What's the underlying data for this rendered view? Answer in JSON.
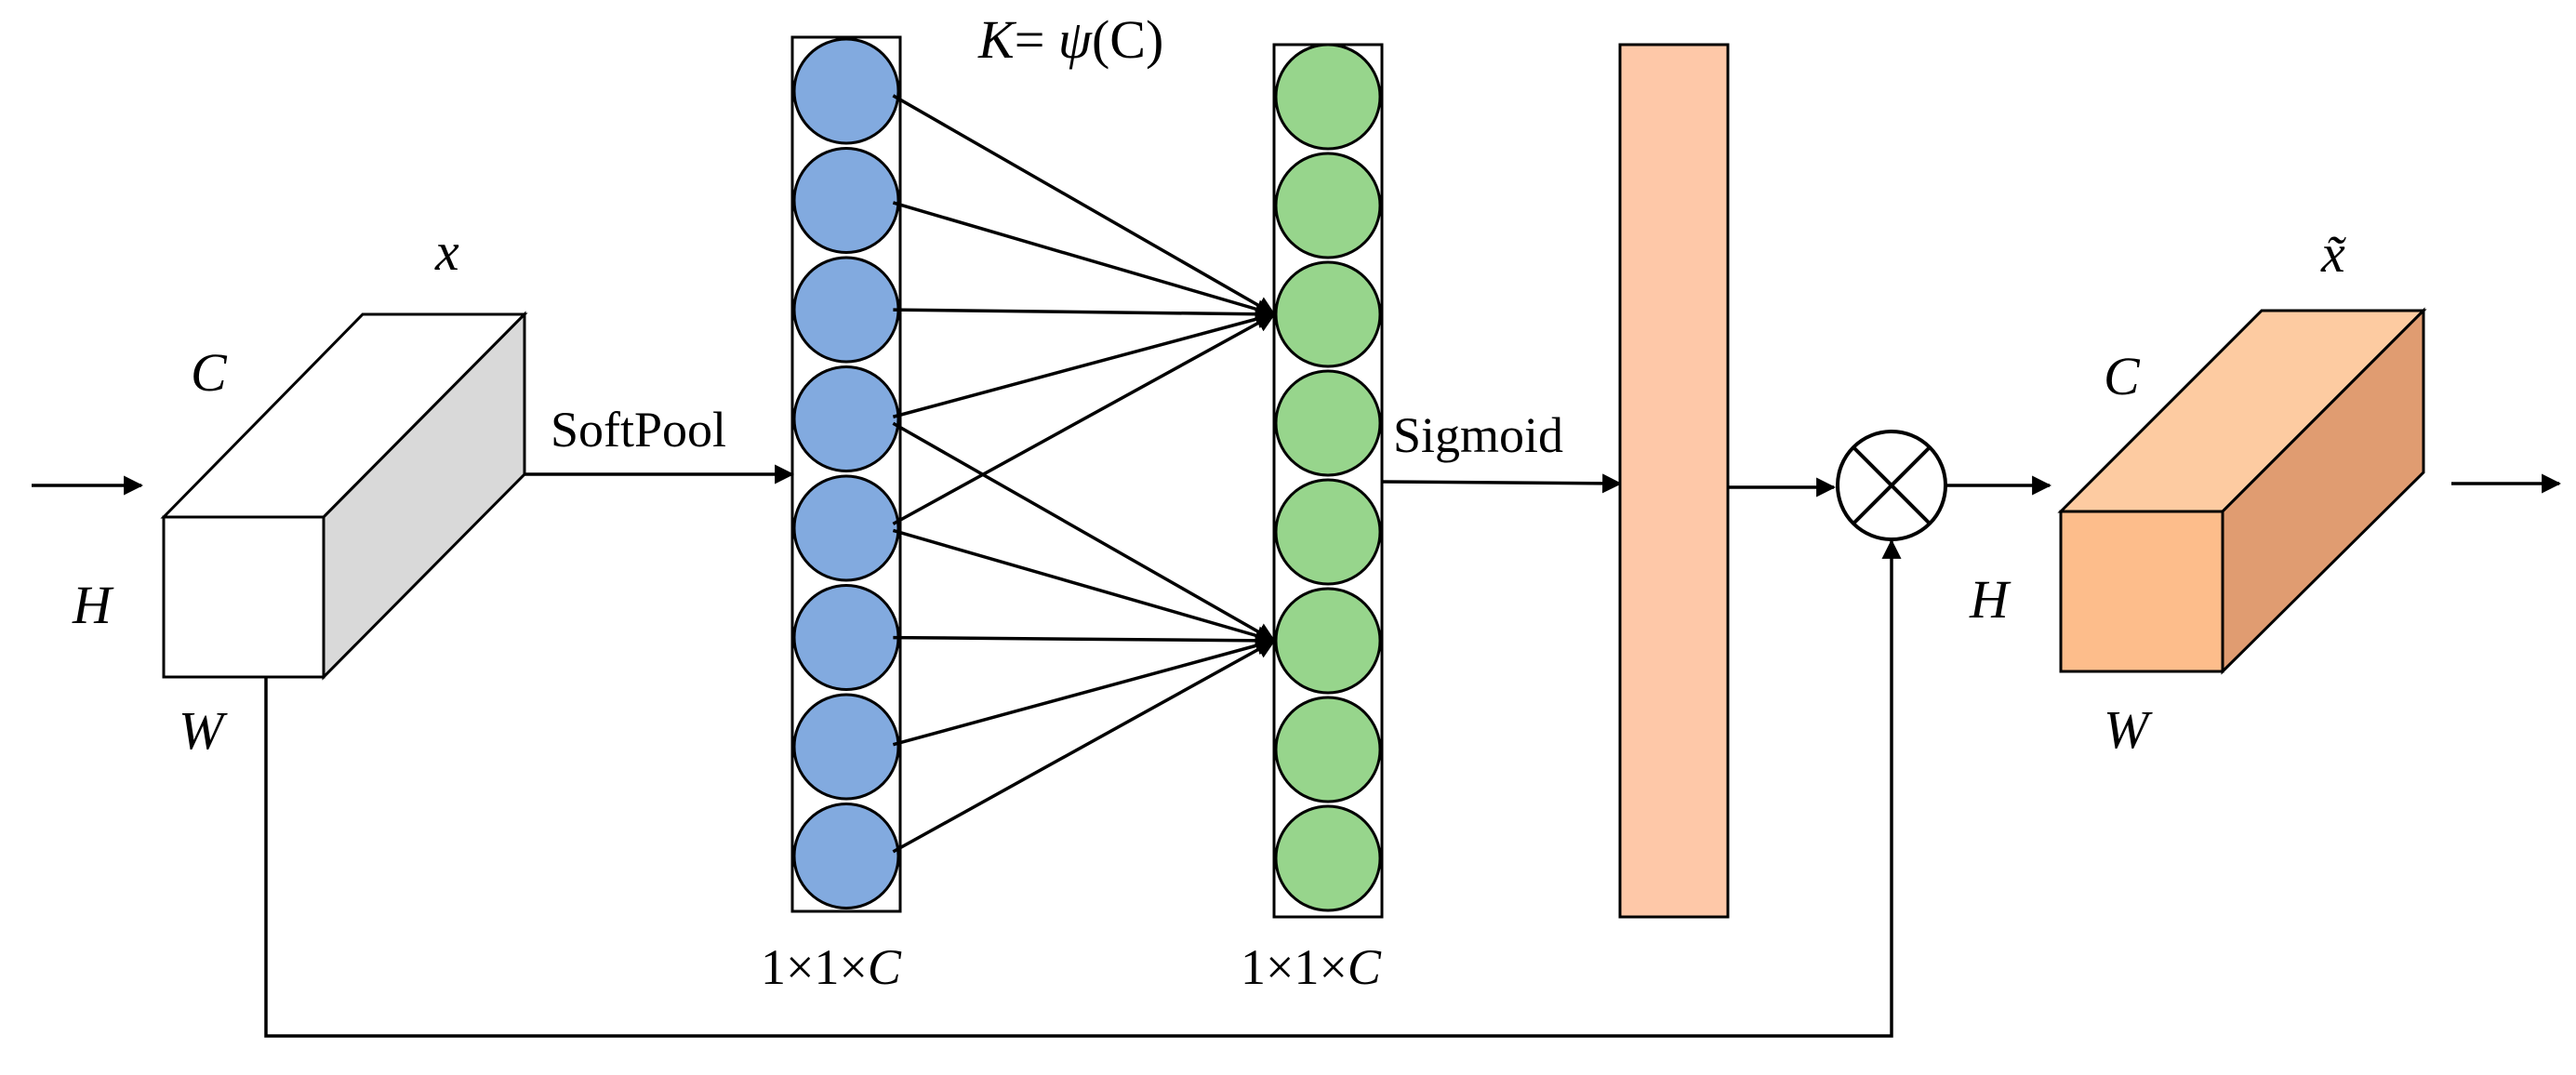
{
  "labels": {
    "input_name": "x",
    "output_name": "x̃",
    "channel": "C",
    "height": "H",
    "width": "W",
    "pool": "SoftPool",
    "kernel_lhs": "K",
    "kernel_eq": "= ",
    "kernel_fn": "ψ",
    "kernel_arg": "(C)",
    "activation": "Sigmoid",
    "shape_pre": "1×1×",
    "shape_c": "C"
  },
  "nodes": {
    "pooled_count": 8,
    "conv_count": 8
  },
  "colors": {
    "pooled_fill": "#82AADF",
    "conv_fill": "#97D58C",
    "weight_bar": "#FEC8A8",
    "input_front": "#FFFFFF",
    "input_side": "#D9D9D9",
    "output_top": "#FDCBA1",
    "output_front": "#FDBD8B",
    "output_side": "#E09C71"
  }
}
